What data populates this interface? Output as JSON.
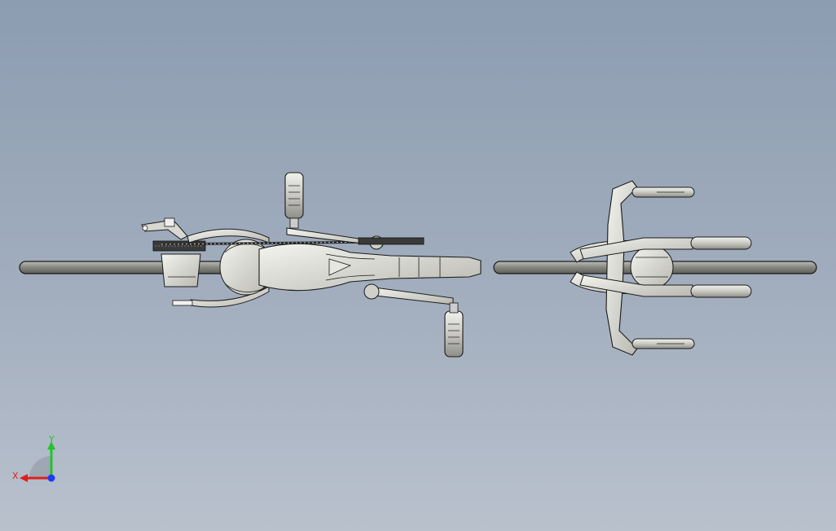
{
  "viewport": {
    "background_top": "#8c9cb1",
    "background_bottom": "#b9c1cd"
  },
  "model": {
    "subject": "bicycle-top-view",
    "line_color": "#1a1a1a",
    "tube_color": "#8d8d87",
    "part_fill": "#e6e6e2"
  },
  "triad": {
    "x_label": "X",
    "y_label": "Y",
    "x_color": "#e01e1e",
    "y_color": "#22c42a",
    "z_color": "#1e3cf0"
  }
}
